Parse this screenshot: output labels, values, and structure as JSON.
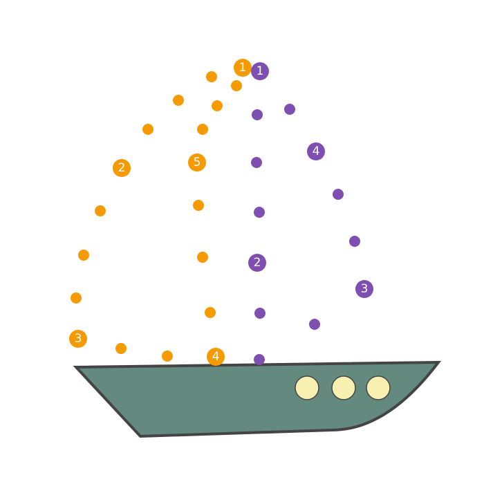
{
  "colors": {
    "orange": "#f59a00",
    "purple": "#7e4fb0",
    "hull": "#648a80",
    "hull_outline": "#444444",
    "porthole": "#f7f0b0"
  },
  "orange_labels": {
    "l1": "1",
    "l2": "2",
    "l3": "3",
    "l4": "4",
    "l5": "5"
  },
  "purple_labels": {
    "l1": "1",
    "l2": "2",
    "l3": "3",
    "l4": "4"
  }
}
